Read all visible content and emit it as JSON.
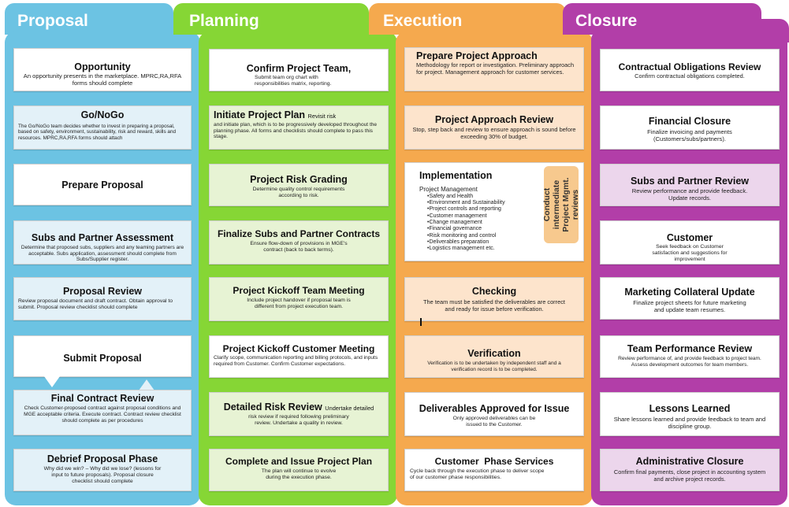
{
  "phases": {
    "proposal": {
      "label": "Proposal",
      "color": "#6cc3e3",
      "cards": [
        {
          "title": "Opportunity",
          "desc": "An opportunity presents in the marketplace. MPRC,RA,RFA forms should complete"
        },
        {
          "title": "Go/NoGo",
          "desc": "The Go/NoGo team decides whether to invest in preparing a proposal, based on safety, environment, sustainability, risk and reward, skills and resources. MPRC,RA,RFA forms should attach"
        },
        {
          "title": "Prepare Proposal",
          "desc": ""
        },
        {
          "title": "Subs and Partner Assessment",
          "desc": "Determine that proposed subs, suppliers and any teaming partners are acceptable. Subs application, assessment should complete from Subs/Supplier register."
        },
        {
          "title": "Proposal Review",
          "desc": "Review proposal document and draft contract. Obtain approval to submit. Proposal review checklist should complete"
        },
        {
          "title": "Submit Proposal",
          "desc": ""
        },
        {
          "title": "Final Contract Review",
          "desc": "Check Customer-proposed contract against proposal conditions and MGE acceptable criteria. Execute contract. Contract review checklist should complete as per procedures"
        },
        {
          "title": "Debrief Proposal Phase",
          "desc": "Why did we win? – Why did we lose? (lessons for input to future proposals). Proposal closure checklist should complete"
        }
      ]
    },
    "planning": {
      "label": "Planning",
      "color": "#86d635",
      "cards": [
        {
          "title": "Confirm Project Team,",
          "desc": "Submit team org chart with responsibilities matrix, reporting."
        },
        {
          "title": "Initiate Project Plan",
          "inline": "Revisit risk",
          "desc": "and initiate plan, which is to be progressively developed throughout the planning phase. All forms and checklists should complete to pass this stage."
        },
        {
          "title": "Project Risk Grading",
          "desc": "Determine quality control requirements according to risk."
        },
        {
          "title": "Finalize Subs and Partner Contracts",
          "desc": "Ensure flow-down of provisions in MGE's contract (back to back terms)."
        },
        {
          "title": "Project Kickoff Team Meeting",
          "desc": "Include project handover if proposal team is different from project execution team."
        },
        {
          "title": "Project Kickoff Customer Meeting",
          "desc": "Clarify scope, communication reporting and billing protocols, and inputs required from Customer. Confirm Customer expectations."
        },
        {
          "title": "Detailed Risk Review",
          "inline": "Undertake detailed",
          "desc": "risk review if required following preliminary review. Undertake a quality in review."
        },
        {
          "title": "Complete and Issue Project Plan",
          "desc": "The plan will continue to evolve during the execution phase."
        }
      ]
    },
    "execution": {
      "label": "Execution",
      "color": "#f5a94e",
      "cards": [
        {
          "title": "Prepare Project Approach",
          "desc": "Methodology for report or investigation. Preliminary approach for project. Management approach for customer services."
        },
        {
          "title": "Project Approach Review",
          "desc": "Stop, step back and review to ensure approach is sound before exceeding 30% of budget."
        },
        {
          "title": "Implementation",
          "subtitle": "Project Management",
          "items": [
            "Safety and Health",
            "Environment and Sustainability",
            "Project controls and reporting",
            "Customer management",
            "Change management",
            "Financial governance",
            "Risk monitoring and control",
            "Deliverables preparation",
            "Logistics management etc."
          ],
          "badge": "Conduct intermediate Project Mgmt. reviews"
        },
        {
          "title": "Checking",
          "desc": "The team must be satisfied the deliverables are correct and ready for issue before verification."
        },
        {
          "title": "Verification",
          "desc": "Verification is to be undertaken by independent staff and a verification record is to be completed."
        },
        {
          "title": "Deliverables Approved for Issue",
          "desc": "Only approved deliverables can be issued to the Customer."
        },
        {
          "title": "Customer  Phase Services",
          "desc": "Cycle back through the execution phase to deliver scope of our customer phase responsibilities."
        }
      ]
    },
    "closure": {
      "label": "Closure",
      "color": "#b23ea8",
      "cards": [
        {
          "title": "Contractual Obligations Review",
          "desc": "Confirm contractual obligations completed."
        },
        {
          "title": "Financial Closure",
          "desc": "Finalize invoicing and payments (Customers/subs/partners)."
        },
        {
          "title": "Subs and Partner Review",
          "desc": "Review performance and provide feedback. Update records."
        },
        {
          "title": "Customer",
          "desc": "Seek feedback on Customer satisfaction and suggestions for improvement"
        },
        {
          "title": "Marketing Collateral Update",
          "desc": "Finalize project sheets for future marketing and update team resumes."
        },
        {
          "title": "Team Performance Review",
          "desc": "Review performance of, and provide feedback to project team. Assess development outcomes for team members."
        },
        {
          "title": "Lessons Learned",
          "desc": "Share lessons learned and provide feedback to team and discipline group."
        },
        {
          "title": "Administrative Closure",
          "desc": "Confirm final payments, close project in accounting system and archive project records."
        }
      ]
    }
  }
}
